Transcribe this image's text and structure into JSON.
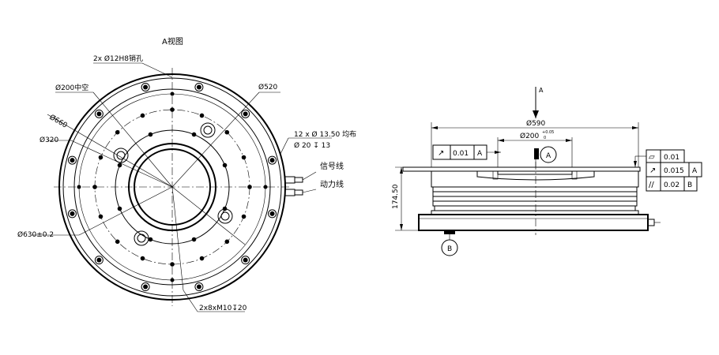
{
  "view_title": "A视图",
  "labels": {
    "pin_holes": "2x Ø12H8销孔",
    "hollow": "Ø200中空",
    "d520": "Ø520",
    "d660": "Ø660",
    "d320": "Ø320",
    "d630": "Ø630±0.2",
    "bolt_holes_line1": "12 x Ø 13.50 均布",
    "bolt_holes_line2": "Ø 20 ↧ 13",
    "signal_wire": "信号线",
    "power_wire": "动力线",
    "threads": "2x8xM10↧20"
  },
  "side_view": {
    "view_arrow": "A",
    "width_dim": "Ø590",
    "inner_dim": "Ø200",
    "inner_tol_upper": "+0.05",
    "inner_tol_lower": "0",
    "height_dim": "174.50",
    "datum_a": "A",
    "datum_b": "B",
    "runout": {
      "symbol": "↗",
      "value": "0.01",
      "datum": "A"
    },
    "flatness": {
      "symbol": "▱",
      "value": "0.01"
    },
    "runout2": {
      "symbol": "↗",
      "value": "0.015",
      "datum": "A"
    },
    "parallel": {
      "symbol": "//",
      "value": "0.02",
      "datum": "B"
    }
  }
}
